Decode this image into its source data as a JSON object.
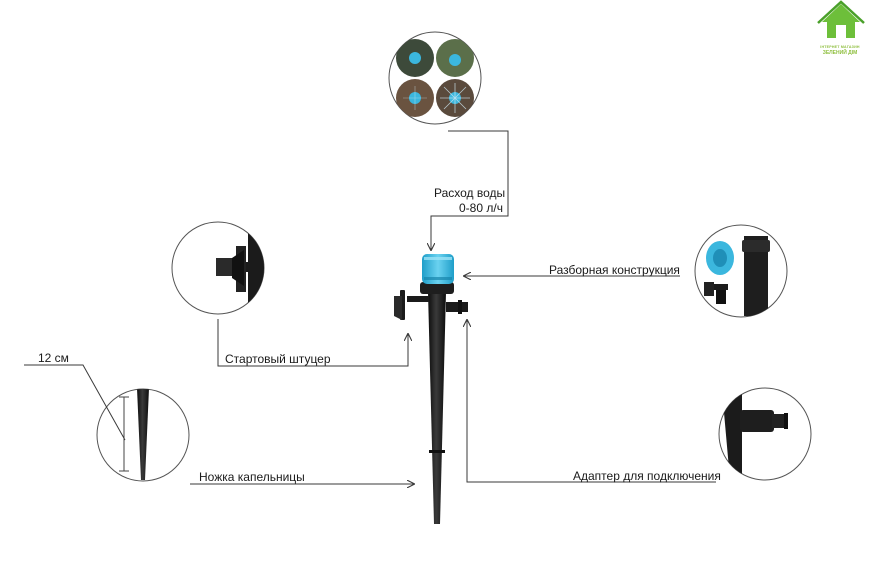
{
  "logo": {
    "tagline": "ІНТЕРНЕТ МАГАЗИН",
    "name": "ЗЕЛЕНИЙ ДІМ",
    "color": "#6dbf3a"
  },
  "labels": {
    "flow": "Расход воды",
    "flow_range": "0-80 л/ч",
    "collapsible": "Разборная конструкция",
    "starter_fitting": "Стартовый штуцер",
    "length": "12 см",
    "stake": "Ножка капельницы",
    "adapter": "Адаптер для подключения"
  },
  "colors": {
    "line": "#3a3a3a",
    "cap": "#3bb7de",
    "body": "#1b1b1b",
    "circle": "#555555"
  },
  "icons": [
    "house-icon",
    "arrow-icon"
  ]
}
